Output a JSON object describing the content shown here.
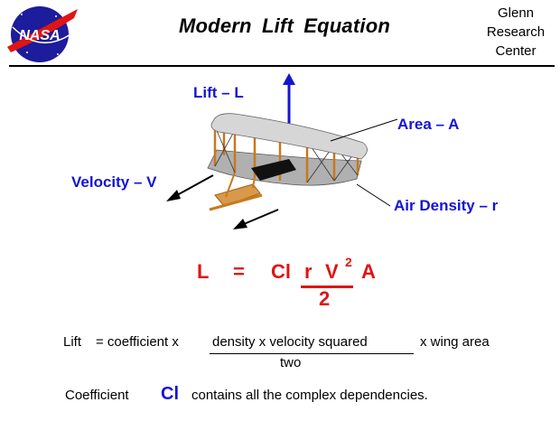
{
  "header": {
    "logo_text": "NASA",
    "title": "Modern Lift Equation",
    "center": [
      "Glenn",
      "Research",
      "Center"
    ]
  },
  "diagram": {
    "lift_label": "Lift – L",
    "area_label": "Area – A",
    "velocity_label": "Velocity – V",
    "density_label": "Air Density – r"
  },
  "formula": {
    "lhs": "L",
    "equals": "=",
    "coef": "Cl",
    "numerator_r": "r",
    "numerator_v": "V",
    "exponent": "2",
    "area": "A",
    "denominator": "2"
  },
  "word_equation": {
    "lhs": "Lift",
    "rhs_prefix": "= coefficient  x",
    "numerator": "density  x  velocity squared",
    "suffix": "x wing area",
    "denominator": "two"
  },
  "note": {
    "prefix": "Coefficient",
    "symbol": "Cl",
    "suffix": "contains all the complex dependencies."
  },
  "colors": {
    "label_blue": "#1414d4",
    "formula_red": "#e01414",
    "lift_arrow": "#1414d4",
    "airplane_frame": "#c8781e"
  }
}
